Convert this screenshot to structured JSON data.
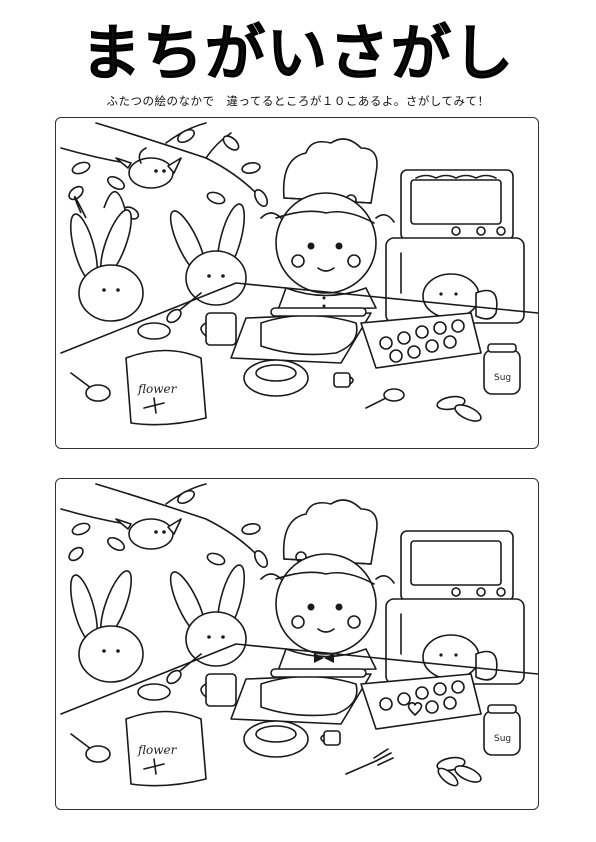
{
  "header": {
    "title": "まちがいさがし",
    "instructions": "ふたつの絵のなかで　違ってるところが１０こあるよ。さがしてみて！"
  },
  "puzzle": {
    "difference_count": 10,
    "panels": [
      {
        "flour_label": "flower",
        "sugar_label": "Sug",
        "chef_bowtie": false,
        "scarf_heart": false
      },
      {
        "flour_label": "flower",
        "sugar_label": "Sug",
        "chef_bowtie": true,
        "scarf_heart": true
      }
    ]
  },
  "colors": {
    "ink": "#1a1a1a",
    "paper": "#ffffff"
  }
}
